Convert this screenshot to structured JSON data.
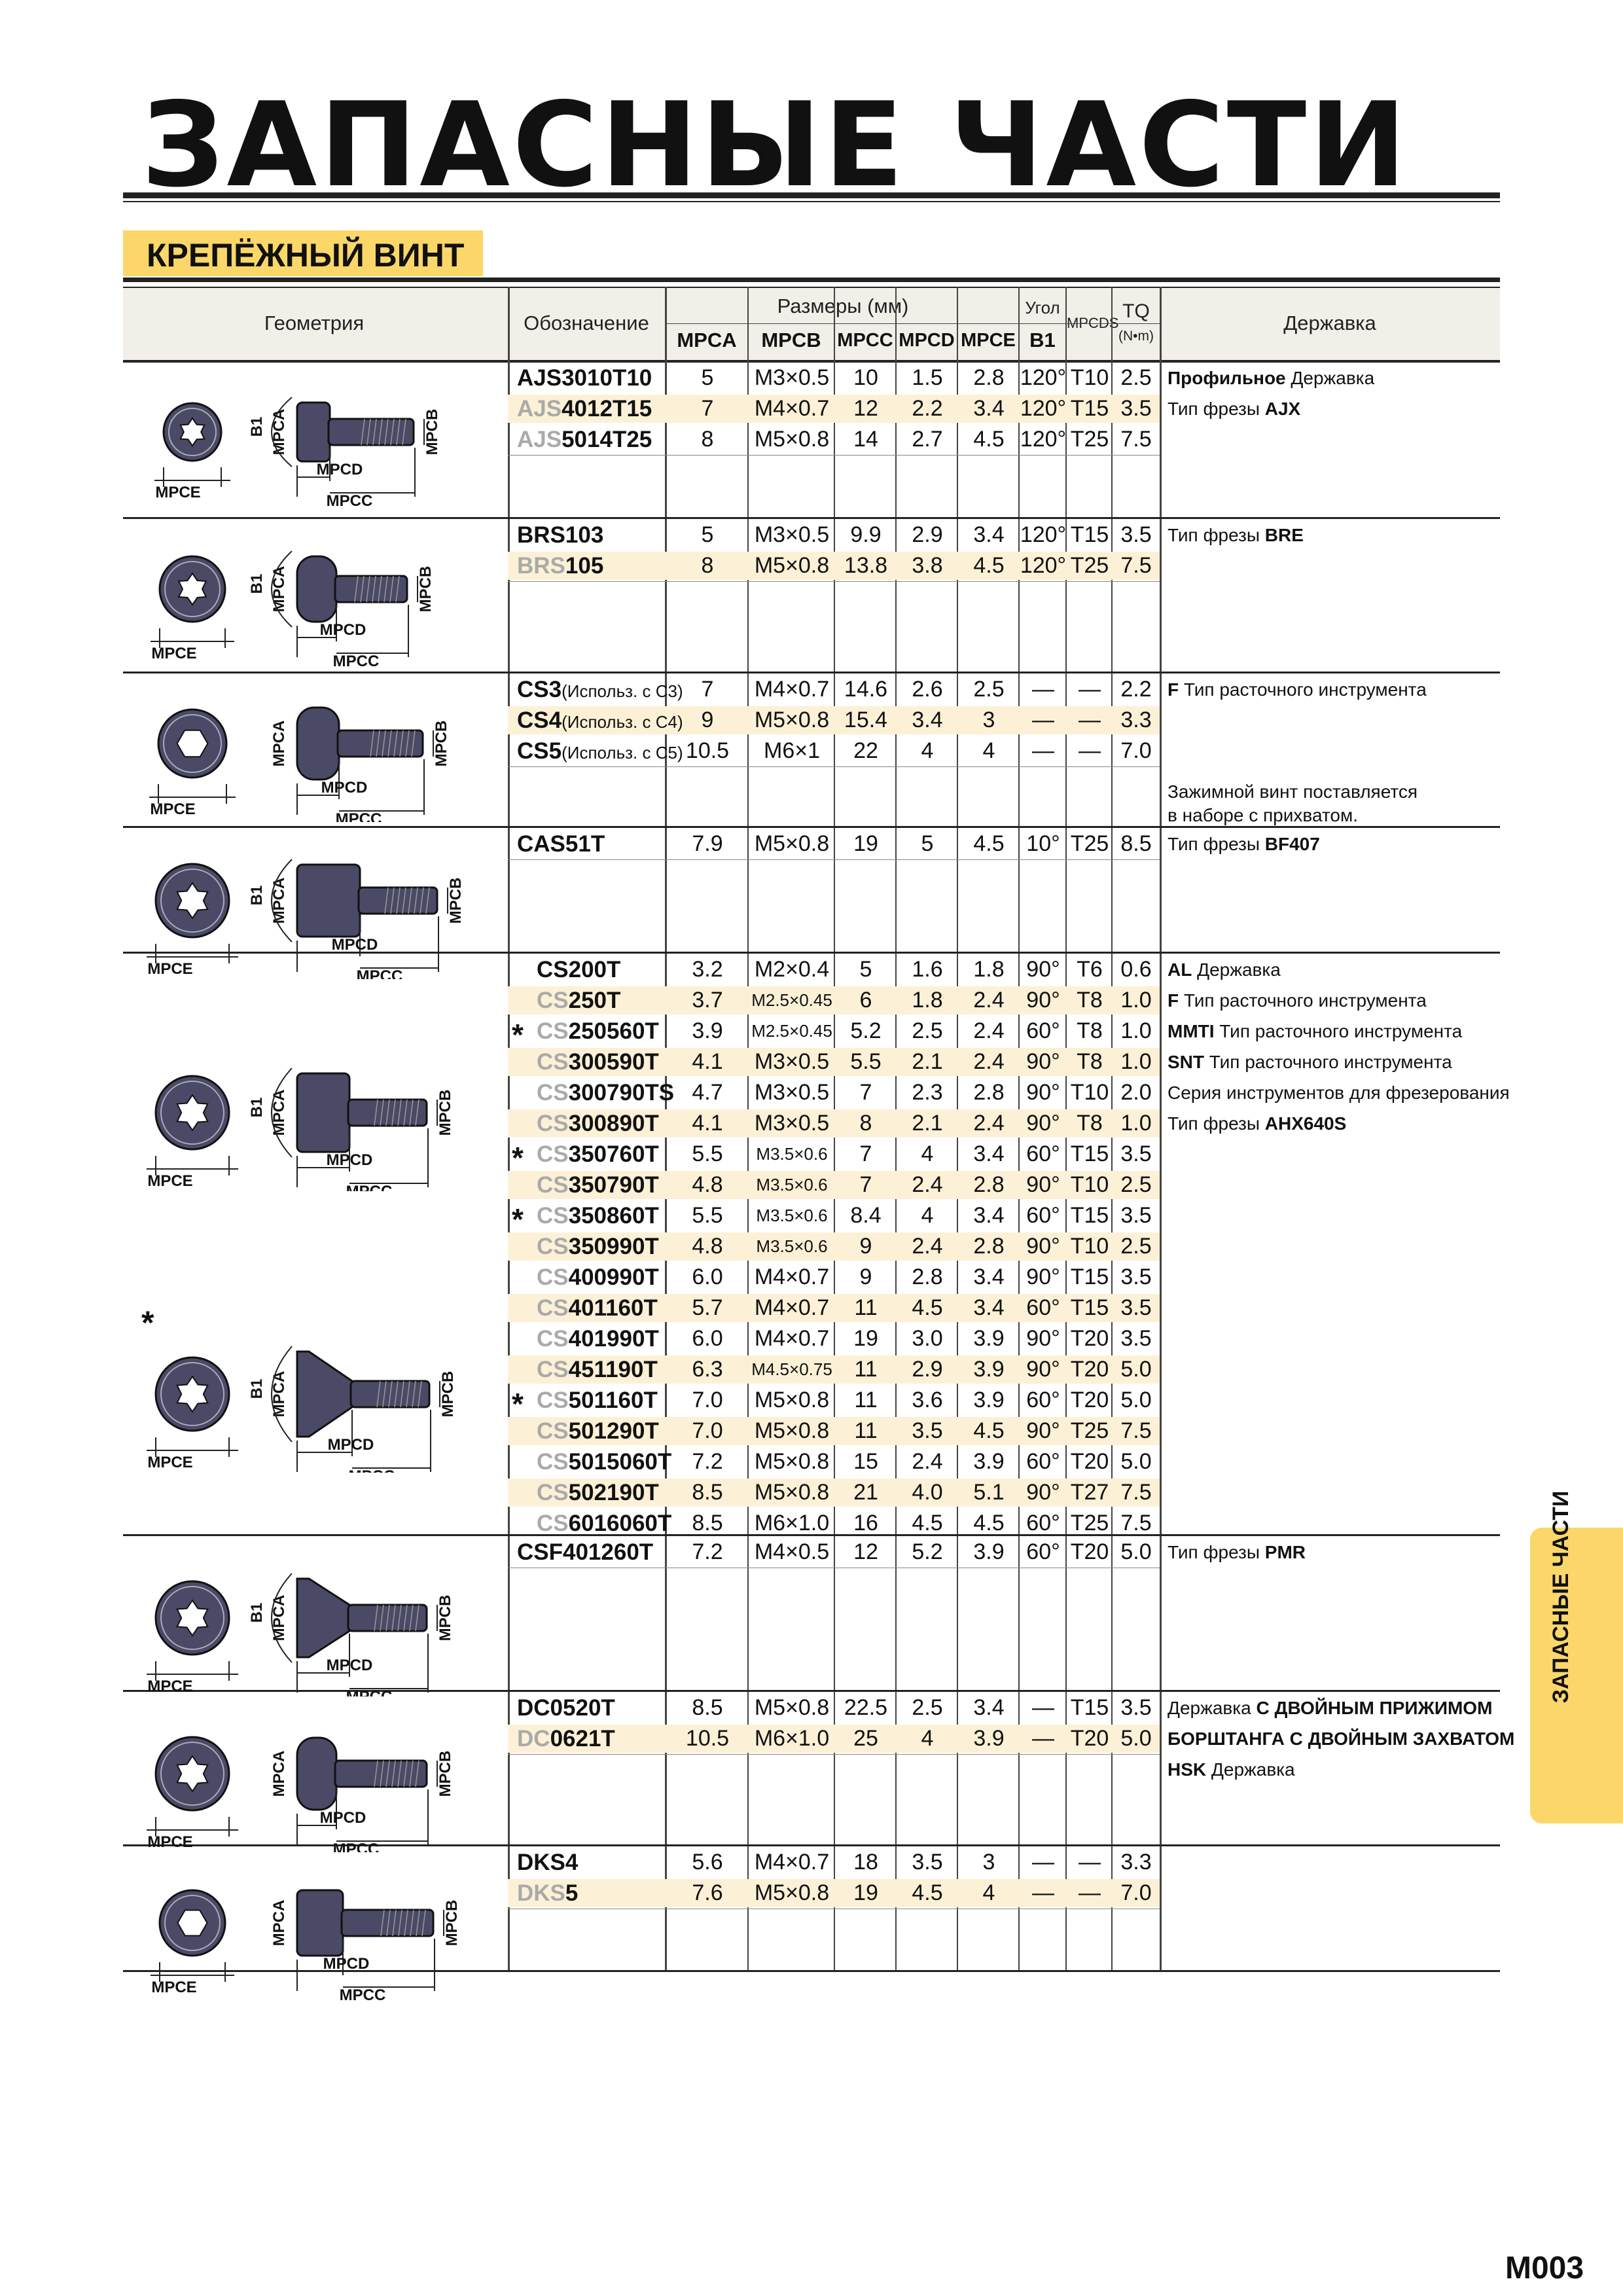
{
  "title": "ЗАПАСНЫЕ ЧАСТИ",
  "section": "КРЕПЁЖНЫЙ ВИНТ",
  "side_tab": "ЗАПАСНЫЕ ЧАСТИ",
  "page_number": "M003",
  "header": {
    "geometry": "Геометрия",
    "designation": "Обозначение",
    "dimensions": "Размеры (мм)",
    "mpca": "MPCA",
    "mpcb": "MPCB",
    "mpcc": "MPCC",
    "mpcd": "MPCD",
    "mpce": "MPCE",
    "angle": "Угол",
    "b1": "B1",
    "mpcds": "MPCDS",
    "tq": "TQ",
    "tq_unit": "(N•m)",
    "holder": "Державка"
  },
  "diagram_labels": {
    "b1": "B1",
    "mpca": "MPCA",
    "mpcb": "MPCB",
    "mpcc": "MPCC",
    "mpcd": "MPCD",
    "mpce": "MPCE",
    "star": "*"
  },
  "groups": [
    {
      "rows": [
        {
          "prefix": "",
          "code": "AJS3010T10",
          "star": false,
          "v": [
            "5",
            "M3×0.5",
            "10",
            "1.5",
            "2.8",
            "120°",
            "T10",
            "2.5"
          ]
        },
        {
          "prefix": "AJS",
          "code": "4012T15",
          "star": false,
          "v": [
            "7",
            "M4×0.7",
            "12",
            "2.2",
            "3.4",
            "120°",
            "T15",
            "3.5"
          ]
        },
        {
          "prefix": "AJS",
          "code": "5014T25",
          "star": false,
          "v": [
            "8",
            "M5×0.8",
            "14",
            "2.7",
            "4.5",
            "120°",
            "T25",
            "7.5"
          ]
        }
      ],
      "holders": [
        {
          "bold": "Профильное",
          "text": " Державка"
        },
        {
          "bold": "",
          "text": "Тип фрезы ",
          "bold2": "AJX"
        }
      ],
      "note": ""
    },
    {
      "rows": [
        {
          "prefix": "",
          "code": "BRS103",
          "star": false,
          "v": [
            "5",
            "M3×0.5",
            "9.9",
            "2.9",
            "3.4",
            "120°",
            "T15",
            "3.5"
          ]
        },
        {
          "prefix": "BRS",
          "code": "105",
          "star": false,
          "v": [
            "8",
            "M5×0.8",
            "13.8",
            "3.8",
            "4.5",
            "120°",
            "T25",
            "7.5"
          ]
        }
      ],
      "holders": [
        {
          "bold": "",
          "text": "Тип фрезы ",
          "bold2": "BRE"
        }
      ],
      "note": ""
    },
    {
      "rows": [
        {
          "prefix": "",
          "code": "CS3",
          "suffix": "(Использ. с C3)",
          "star": false,
          "v": [
            "7",
            "M4×0.7",
            "14.6",
            "2.6",
            "2.5",
            "—",
            "—",
            "2.2"
          ]
        },
        {
          "prefix": "",
          "code": "CS4",
          "suffix": "(Использ. с C4)",
          "star": false,
          "v": [
            "9",
            "M5×0.8",
            "15.4",
            "3.4",
            "3",
            "—",
            "—",
            "3.3"
          ]
        },
        {
          "prefix": "",
          "code": "CS5",
          "suffix": "(Использ. с C5)",
          "star": false,
          "v": [
            "10.5",
            "M6×1",
            "22",
            "4",
            "4",
            "—",
            "—",
            "7.0"
          ]
        }
      ],
      "holders": [
        {
          "bold": "F",
          "text": " Тип расточного инструмента"
        }
      ],
      "note": "Зажимной винт поставляется",
      "note2": "в наборе с прихватом."
    },
    {
      "rows": [
        {
          "prefix": "",
          "code": "CAS51T",
          "star": false,
          "v": [
            "7.9",
            "M5×0.8",
            "19",
            "5",
            "4.5",
            "10°",
            "T25",
            "8.5"
          ]
        }
      ],
      "holders": [
        {
          "bold": "",
          "text": "Тип фрезы ",
          "bold2": "BF407"
        }
      ],
      "note": ""
    },
    {
      "rows": [
        {
          "prefix": "",
          "code": "CS200T",
          "star": false,
          "v": [
            "3.2",
            "M2×0.4",
            "5",
            "1.6",
            "1.8",
            "90°",
            "T6",
            "0.6"
          ]
        },
        {
          "prefix": "CS",
          "code": "250T",
          "star": false,
          "v": [
            "3.7",
            "M2.5×0.45",
            "6",
            "1.8",
            "2.4",
            "90°",
            "T8",
            "1.0"
          ]
        },
        {
          "prefix": "CS",
          "code": "250560T",
          "star": true,
          "v": [
            "3.9",
            "M2.5×0.45",
            "5.2",
            "2.5",
            "2.4",
            "60°",
            "T8",
            "1.0"
          ]
        },
        {
          "prefix": "CS",
          "code": "300590T",
          "star": false,
          "v": [
            "4.1",
            "M3×0.5",
            "5.5",
            "2.1",
            "2.4",
            "90°",
            "T8",
            "1.0"
          ]
        },
        {
          "prefix": "CS",
          "code": "300790TS",
          "star": false,
          "v": [
            "4.7",
            "M3×0.5",
            "7",
            "2.3",
            "2.8",
            "90°",
            "T10",
            "2.0"
          ]
        },
        {
          "prefix": "CS",
          "code": "300890T",
          "star": false,
          "v": [
            "4.1",
            "M3×0.5",
            "8",
            "2.1",
            "2.4",
            "90°",
            "T8",
            "1.0"
          ]
        },
        {
          "prefix": "CS",
          "code": "350760T",
          "star": true,
          "v": [
            "5.5",
            "M3.5×0.6",
            "7",
            "4",
            "3.4",
            "60°",
            "T15",
            "3.5"
          ]
        },
        {
          "prefix": "CS",
          "code": "350790T",
          "star": false,
          "v": [
            "4.8",
            "M3.5×0.6",
            "7",
            "2.4",
            "2.8",
            "90°",
            "T10",
            "2.5"
          ]
        },
        {
          "prefix": "CS",
          "code": "350860T",
          "star": true,
          "v": [
            "5.5",
            "M3.5×0.6",
            "8.4",
            "4",
            "3.4",
            "60°",
            "T15",
            "3.5"
          ]
        },
        {
          "prefix": "CS",
          "code": "350990T",
          "star": false,
          "v": [
            "4.8",
            "M3.5×0.6",
            "9",
            "2.4",
            "2.8",
            "90°",
            "T10",
            "2.5"
          ]
        },
        {
          "prefix": "CS",
          "code": "400990T",
          "star": false,
          "v": [
            "6.0",
            "M4×0.7",
            "9",
            "2.8",
            "3.4",
            "90°",
            "T15",
            "3.5"
          ]
        },
        {
          "prefix": "CS",
          "code": "401160T",
          "star": false,
          "v": [
            "5.7",
            "M4×0.7",
            "11",
            "4.5",
            "3.4",
            "60°",
            "T15",
            "3.5"
          ]
        },
        {
          "prefix": "CS",
          "code": "401990T",
          "star": false,
          "v": [
            "6.0",
            "M4×0.7",
            "19",
            "3.0",
            "3.9",
            "90°",
            "T20",
            "3.5"
          ]
        },
        {
          "prefix": "CS",
          "code": "451190T",
          "star": false,
          "v": [
            "6.3",
            "M4.5×0.75",
            "11",
            "2.9",
            "3.9",
            "90°",
            "T20",
            "5.0"
          ]
        },
        {
          "prefix": "CS",
          "code": "501160T",
          "star": true,
          "v": [
            "7.0",
            "M5×0.8",
            "11",
            "3.6",
            "3.9",
            "60°",
            "T20",
            "5.0"
          ]
        },
        {
          "prefix": "CS",
          "code": "501290T",
          "star": false,
          "v": [
            "7.0",
            "M5×0.8",
            "11",
            "3.5",
            "4.5",
            "90°",
            "T25",
            "7.5"
          ]
        },
        {
          "prefix": "CS",
          "code": "5015060T",
          "star": false,
          "v": [
            "7.2",
            "M5×0.8",
            "15",
            "2.4",
            "3.9",
            "60°",
            "T20",
            "5.0"
          ]
        },
        {
          "prefix": "CS",
          "code": "502190T",
          "star": false,
          "v": [
            "8.5",
            "M5×0.8",
            "21",
            "4.0",
            "5.1",
            "90°",
            "T27",
            "7.5"
          ]
        },
        {
          "prefix": "CS",
          "code": "6016060T",
          "star": false,
          "v": [
            "8.5",
            "M6×1.0",
            "16",
            "4.5",
            "4.5",
            "60°",
            "T25",
            "7.5"
          ]
        }
      ],
      "holders": [
        {
          "bold": "AL",
          "text": " Державка"
        },
        {
          "bold": "F",
          "text": " Тип расточного инструмента"
        },
        {
          "bold": "MMTI",
          "text": " Тип расточного инструмента"
        },
        {
          "bold": "SNT",
          "text": " Тип расточного инструмента"
        },
        {
          "bold": "",
          "text": "Серия инструментов для фрезерования"
        },
        {
          "bold": "",
          "text": "Тип фрезы ",
          "bold2": "AHX640S"
        }
      ],
      "note": ""
    },
    {
      "rows": [
        {
          "prefix": "",
          "code": "CSF401260T",
          "star": false,
          "v": [
            "7.2",
            "M4×0.5",
            "12",
            "5.2",
            "3.9",
            "60°",
            "T20",
            "5.0"
          ]
        }
      ],
      "holders": [
        {
          "bold": "",
          "text": "Тип фрезы ",
          "bold2": "PMR"
        }
      ],
      "note": ""
    },
    {
      "rows": [
        {
          "prefix": "",
          "code": "DC0520T",
          "star": false,
          "v": [
            "8.5",
            "M5×0.8",
            "22.5",
            "2.5",
            "3.4",
            "—",
            "T15",
            "3.5"
          ]
        },
        {
          "prefix": "DC",
          "code": "0621T",
          "star": false,
          "v": [
            "10.5",
            "M6×1.0",
            "25",
            "4",
            "3.9",
            "—",
            "T20",
            "5.0"
          ]
        }
      ],
      "holders": [
        {
          "bold": "",
          "text": "Державка ",
          "bold2": "С ДВОЙНЫМ ПРИЖИМОМ"
        },
        {
          "bold": "БОРШТАНГА С ДВОЙНЫМ ЗАХВАТОМ",
          "text": ""
        },
        {
          "bold": "HSK",
          "text": " Державка"
        }
      ],
      "note": ""
    },
    {
      "rows": [
        {
          "prefix": "",
          "code": "DKS4",
          "star": false,
          "v": [
            "5.6",
            "M4×0.7",
            "18",
            "3.5",
            "3",
            "—",
            "—",
            "3.3"
          ]
        },
        {
          "prefix": "DKS",
          "code": "5",
          "star": false,
          "v": [
            "7.6",
            "M5×0.8",
            "19",
            "4.5",
            "4",
            "—",
            "—",
            "7.0"
          ]
        }
      ],
      "holders": [],
      "note": ""
    }
  ],
  "colors": {
    "band": "#fcf1d7",
    "section": "#fbd76a",
    "screw": "#4a4a66",
    "header_bg": "#f2efe9"
  }
}
